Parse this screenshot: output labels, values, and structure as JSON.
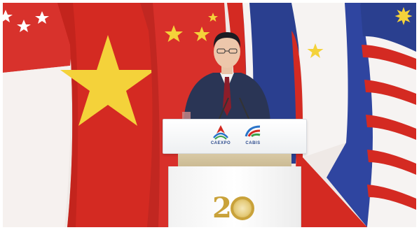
{
  "scene": {
    "description_icons": [
      "singapore-flag-icon",
      "vietnam-flag-icon",
      "china-flag-icon",
      "thailand-flag-icon",
      "philippines-flag-icon",
      "malaysia-flag-icon"
    ]
  },
  "lectern": {
    "logo_left_text": "CAEXPO",
    "logo_right_text": "CABIS",
    "anniversary_number": "2"
  },
  "colors": {
    "red": "#d42a22",
    "yellow": "#f4d23a",
    "blue": "#2a3f8f",
    "gold": "#c9a23a"
  }
}
